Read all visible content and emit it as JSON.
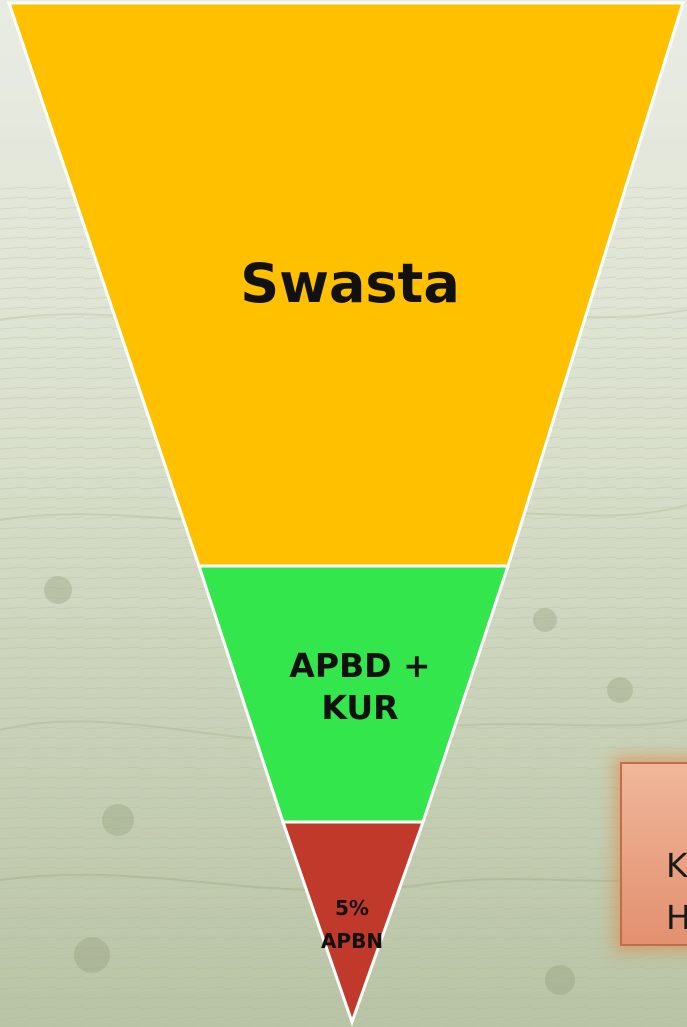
{
  "diagram": {
    "segments": [
      {
        "label": "Swasta",
        "color": "#FFC000"
      },
      {
        "label": "APBD +\nKUR",
        "color": "#33E64C"
      },
      {
        "label": "5%\nAPBN",
        "color": "#C0392B"
      }
    ],
    "side_box": {
      "text": "K\nH"
    }
  }
}
